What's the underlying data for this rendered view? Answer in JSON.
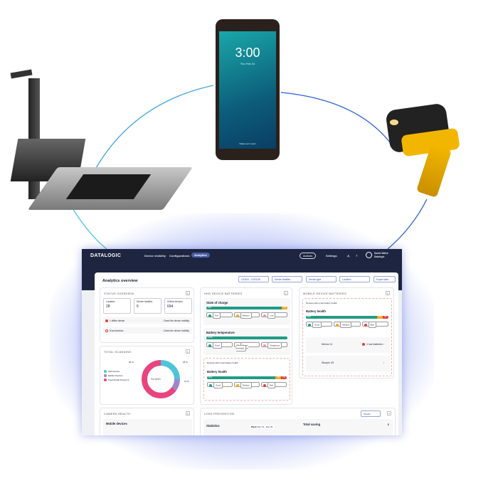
{
  "phone": {
    "time": "3:00",
    "date": "Thu Feb 24",
    "unlock_hint": "Swipe up to open"
  },
  "header": {
    "logo": "DATALOGIC",
    "nav": [
      "Device visibility",
      "Configurations",
      "Analytics"
    ],
    "active_nav": "Analytics",
    "actions": "Actions",
    "settings": "Settings",
    "user_name": "Daniel Walsh",
    "user_org": "Datalogic"
  },
  "page": {
    "title": "Analytics overview",
    "filters": [
      "12/3/24 - 12/31/25",
      "Device families",
      "Device type",
      "Location"
    ],
    "export": "Export data"
  },
  "status_overview": {
    "title": "STATUS OVERVIEW",
    "stats": [
      {
        "label": "Location",
        "value": "28"
      },
      {
        "label": "Device families",
        "value": "6"
      },
      {
        "label": "Online devices",
        "value": "694"
      }
    ],
    "alerts": [
      {
        "text": "1 offline device",
        "link": "Check the device visibility"
      },
      {
        "text": "8 lost devices",
        "link": "Check the device visibility"
      }
    ]
  },
  "total_scanning": {
    "title": "TOTAL SCANNING",
    "center": "SCANS",
    "legend": [
      "HHS Device",
      "Mobile Devices",
      "Fixed Retail Scanners"
    ],
    "slices": [
      {
        "name": "HHS Device",
        "pct": 25,
        "label": "25 %",
        "color": "#4fc3d9"
      },
      {
        "name": "Mobile Devices",
        "pct": 10,
        "label": "10 %",
        "color": "#9b88c9"
      },
      {
        "name": "Fixed Retail Scanners",
        "pct": 65,
        "label": "65 %",
        "color": "#e8457f"
      }
    ]
  },
  "hhs_batteries": {
    "title": "HHS DEVICE BATTERIES",
    "charge": {
      "title": "State of charge",
      "values": [
        93,
        7
      ],
      "labels": [
        "93%",
        "7%"
      ],
      "legend": [
        "Full",
        "Medium",
        "Low"
      ]
    },
    "temperature": {
      "title": "Battery temperature",
      "values": [
        100
      ],
      "labels": [
        "100%"
      ],
      "legend": [
        "Good",
        "Above threshold",
        "Dangerous"
      ]
    },
    "alert": "Devices with a low battery health",
    "health": {
      "title": "Battery health",
      "values": [
        86,
        7,
        7
      ],
      "labels": [
        "86%",
        "7%",
        "7%"
      ],
      "legend": [
        "Good",
        "Medium",
        "Bad"
      ]
    }
  },
  "mobile_batteries": {
    "title": "MOBILE DEVICE BATTERIES",
    "alert": "Devices with a low battery health",
    "health": {
      "title": "Battery health",
      "values": [
        86,
        7,
        7
      ],
      "labels": [
        "86%",
        "7%",
        "7%"
      ],
      "legend": [
        "Good",
        "Medium",
        "Bad"
      ]
    },
    "devices": [
      {
        "name": "Memor 11",
        "badge": "1 low batteries"
      },
      {
        "name": "Skorpio X5",
        "badge": ""
      }
    ]
  },
  "camera_health": {
    "title": "CAMERA HEALTH",
    "sub": "Mobile devices"
  },
  "loss_prevention": {
    "title": "LOSS PREVENTION",
    "period": "Weekly",
    "statistics": "Statistics",
    "week_label": "Week",
    "week": "Dec 13 - Dec 20",
    "total_saving": "Total saving"
  },
  "colors": {
    "navy": "#1d2540",
    "green": "#1f9c84",
    "orange": "#f5a623",
    "red": "#e0413f",
    "pink": "#e8457f",
    "cyan": "#4fc3d9",
    "purple": "#9b88c9"
  }
}
